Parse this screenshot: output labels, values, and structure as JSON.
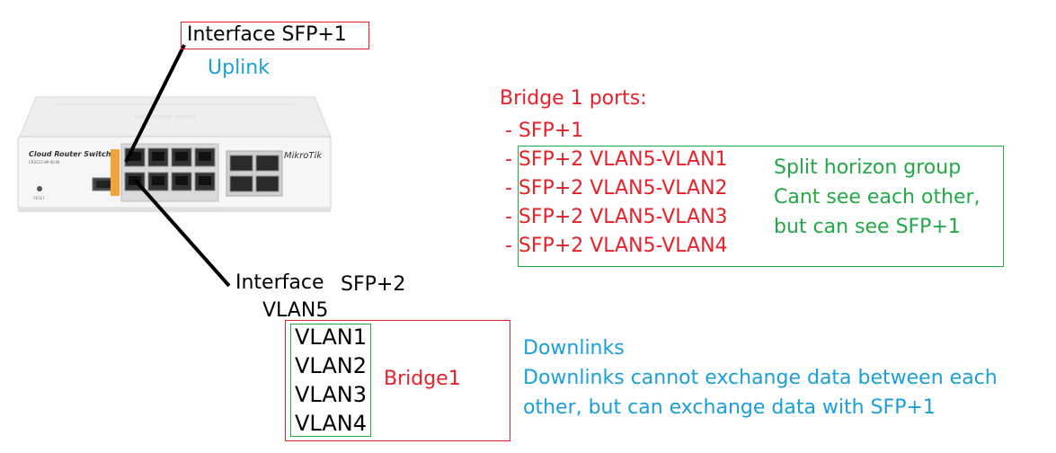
{
  "colors": {
    "text": "#000000",
    "uplink_blue": "#1a9fd8",
    "bridge_red": "#e8202a",
    "split_green": "#21a945",
    "switch_body": "#f4f4f4",
    "port_orange": "#f2a33a"
  },
  "switch": {
    "front_label": "Cloud Router Switch",
    "brand": "MikroTik",
    "model": "CRS112-8P-4S-IN",
    "reset_label": "RESET"
  },
  "top_interface": {
    "label": "Interface SFP+1",
    "role": "Uplink"
  },
  "bottom_interface": {
    "label_line1": "Interface",
    "label_sfp": "SFP+2",
    "label_line2": "VLAN5"
  },
  "vlans": [
    "VLAN1",
    "VLAN2",
    "VLAN3",
    "VLAN4"
  ],
  "bridge_box_label": "Bridge1",
  "bridge_ports": {
    "heading": "Bridge 1 ports:",
    "items": [
      "- SFP+1",
      "- SFP+2 VLAN5-VLAN1",
      "- SFP+2 VLAN5-VLAN2",
      "- SFP+2 VLAN5-VLAN3",
      "- SFP+2 VLAN5-VLAN4"
    ]
  },
  "split_horizon": {
    "line1": "Split horizon group",
    "line2": "Cant see each other,",
    "line3": "but can see SFP+1"
  },
  "downlinks": {
    "title": "Downlinks",
    "line1": "Downlinks cannot exchange data between each",
    "line2": "other, but can exchange data with SFP+1"
  }
}
